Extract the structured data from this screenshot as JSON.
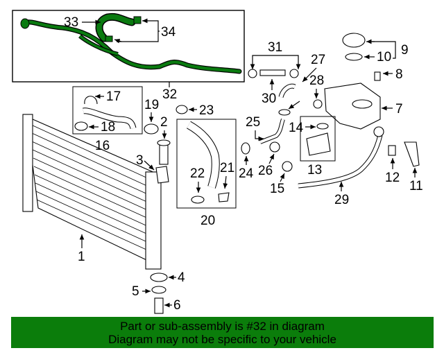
{
  "callouts": {
    "c1": "1",
    "c2": "2",
    "c3": "3",
    "c4": "4",
    "c5": "5",
    "c6": "6",
    "c7": "7",
    "c8": "8",
    "c9": "9",
    "c10": "10",
    "c11": "11",
    "c12": "12",
    "c13": "13",
    "c14": "14",
    "c15": "15",
    "c16": "16",
    "c17": "17",
    "c18": "18",
    "c19": "19",
    "c20": "20",
    "c21": "21",
    "c22": "22",
    "c23": "23",
    "c24": "24",
    "c25": "25",
    "c26": "26",
    "c27": "27",
    "c28": "28",
    "c29": "29",
    "c30": "30",
    "c31": "31",
    "c32": "32",
    "c33": "33",
    "c34": "34"
  },
  "highlight_color": "#0a7a10",
  "banner": {
    "line1": "Part or sub-assembly is #32 in diagram",
    "line2": "Diagram may not be specific to your vehicle",
    "color": "#0b7d0b"
  }
}
